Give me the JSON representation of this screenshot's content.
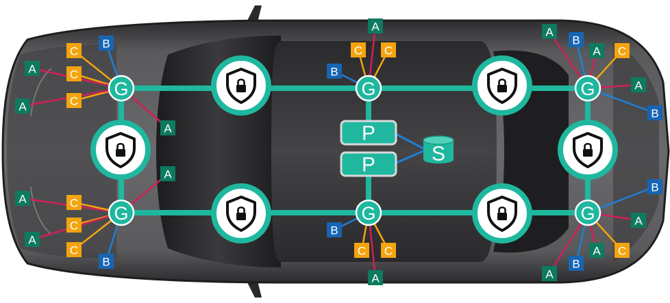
{
  "labels": {
    "gateway": "G",
    "processor": "P",
    "storage": "S",
    "actuator": "A",
    "controller": "C",
    "bus": "B"
  },
  "colors": {
    "backbone": "#1fb89f",
    "gateway_fill": "#1fb89f",
    "actuator": "#0e7a60",
    "controller": "#f4a40e",
    "bus": "#1765b3",
    "actuator_line": "#d11f5a",
    "controller_line": "#f4a40e",
    "bus_line": "#1f7fd6",
    "car_body": "#4a4a4c",
    "shield": "#111111"
  },
  "icons": [
    "lock-shield-icon",
    "storage-cylinder-icon"
  ]
}
